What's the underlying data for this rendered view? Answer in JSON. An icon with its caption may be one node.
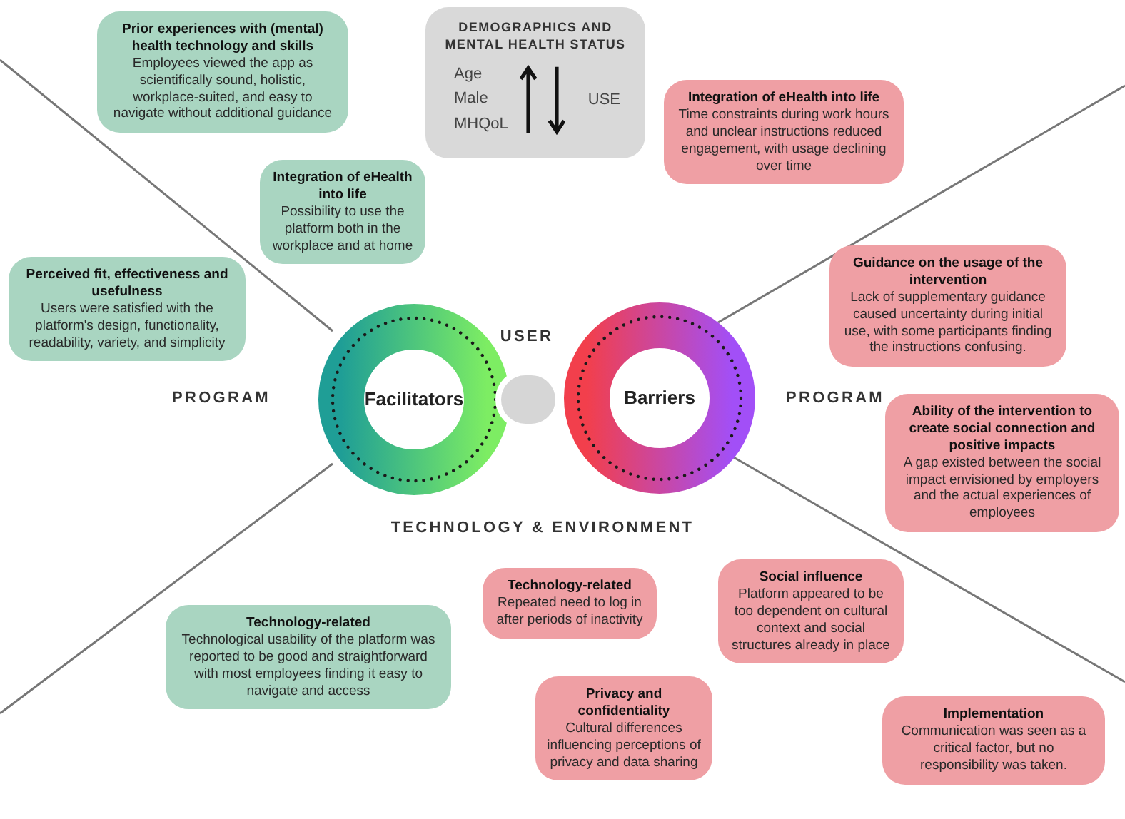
{
  "diagram": {
    "nodes": [
      {
        "text": [
          "DEMOGRAPHICS AND MENTAL HEALTH STATUS",
          "Age",
          "Male",
          "MHQoL",
          "USE"
        ]
      },
      {
        "text": [
          "Prior experiences with (mental) health technology and skills",
          "Employees viewed the app as scientifically sound, holistic, workplace-suited, and easy to navigate without additional guidance"
        ]
      },
      {
        "text": [
          "Integration of eHealth into life",
          "Possibility to use the platform both in the workplace and at home"
        ]
      },
      {
        "text": [
          "Perceived fit, effectiveness and usefulness",
          "Users were satisfied with the platform's design, functionality, readability, variety, and simplicity"
        ]
      },
      {
        "text": [
          "Facilitators"
        ]
      },
      {
        "text": [],
        "shape": "circle"
      },
      {
        "text": [
          "Barriers"
        ]
      },
      {
        "text": [
          "Integration of eHealth into life",
          "Time constraints during work hours and unclear instructions reduced engagement, with usage declining over time"
        ]
      },
      {
        "text": [
          "Guidance on the usage of the intervention",
          "Lack of supplementary guidance caused uncertainty during initial use, with some participants finding the instructions confusing."
        ]
      },
      {
        "text": [
          "Ability of the intervention to create social connection and positive impacts",
          "A gap existed between the social impact envisioned by employers and the actual experiences of employees"
        ]
      },
      {
        "text": [
          "Technology-related",
          "Technological usability of the platform was reported to be good and straightforward with most employees finding it easy to navigate and access"
        ]
      },
      {
        "text": [
          "Technology-related",
          "Repeated need to log in after periods of inactivity"
        ]
      },
      {
        "text": [
          "Social influence",
          "Platform appeared to be too dependent on cultural context and social structures already in place"
        ]
      },
      {
        "text": [
          "Privacy and confidentiality",
          "Cultural differences influencing perceptions of privacy and data sharing"
        ]
      },
      {
        "text": [
          "Implementation",
          "Communication was seen as a critical factor, but no responsibility was taken."
        ]
      }
    ],
    "labels": [
      "USER",
      "PROGRAM",
      "PROGRAM",
      "TECHNOLOGY & ENVIRONMENT"
    ]
  }
}
